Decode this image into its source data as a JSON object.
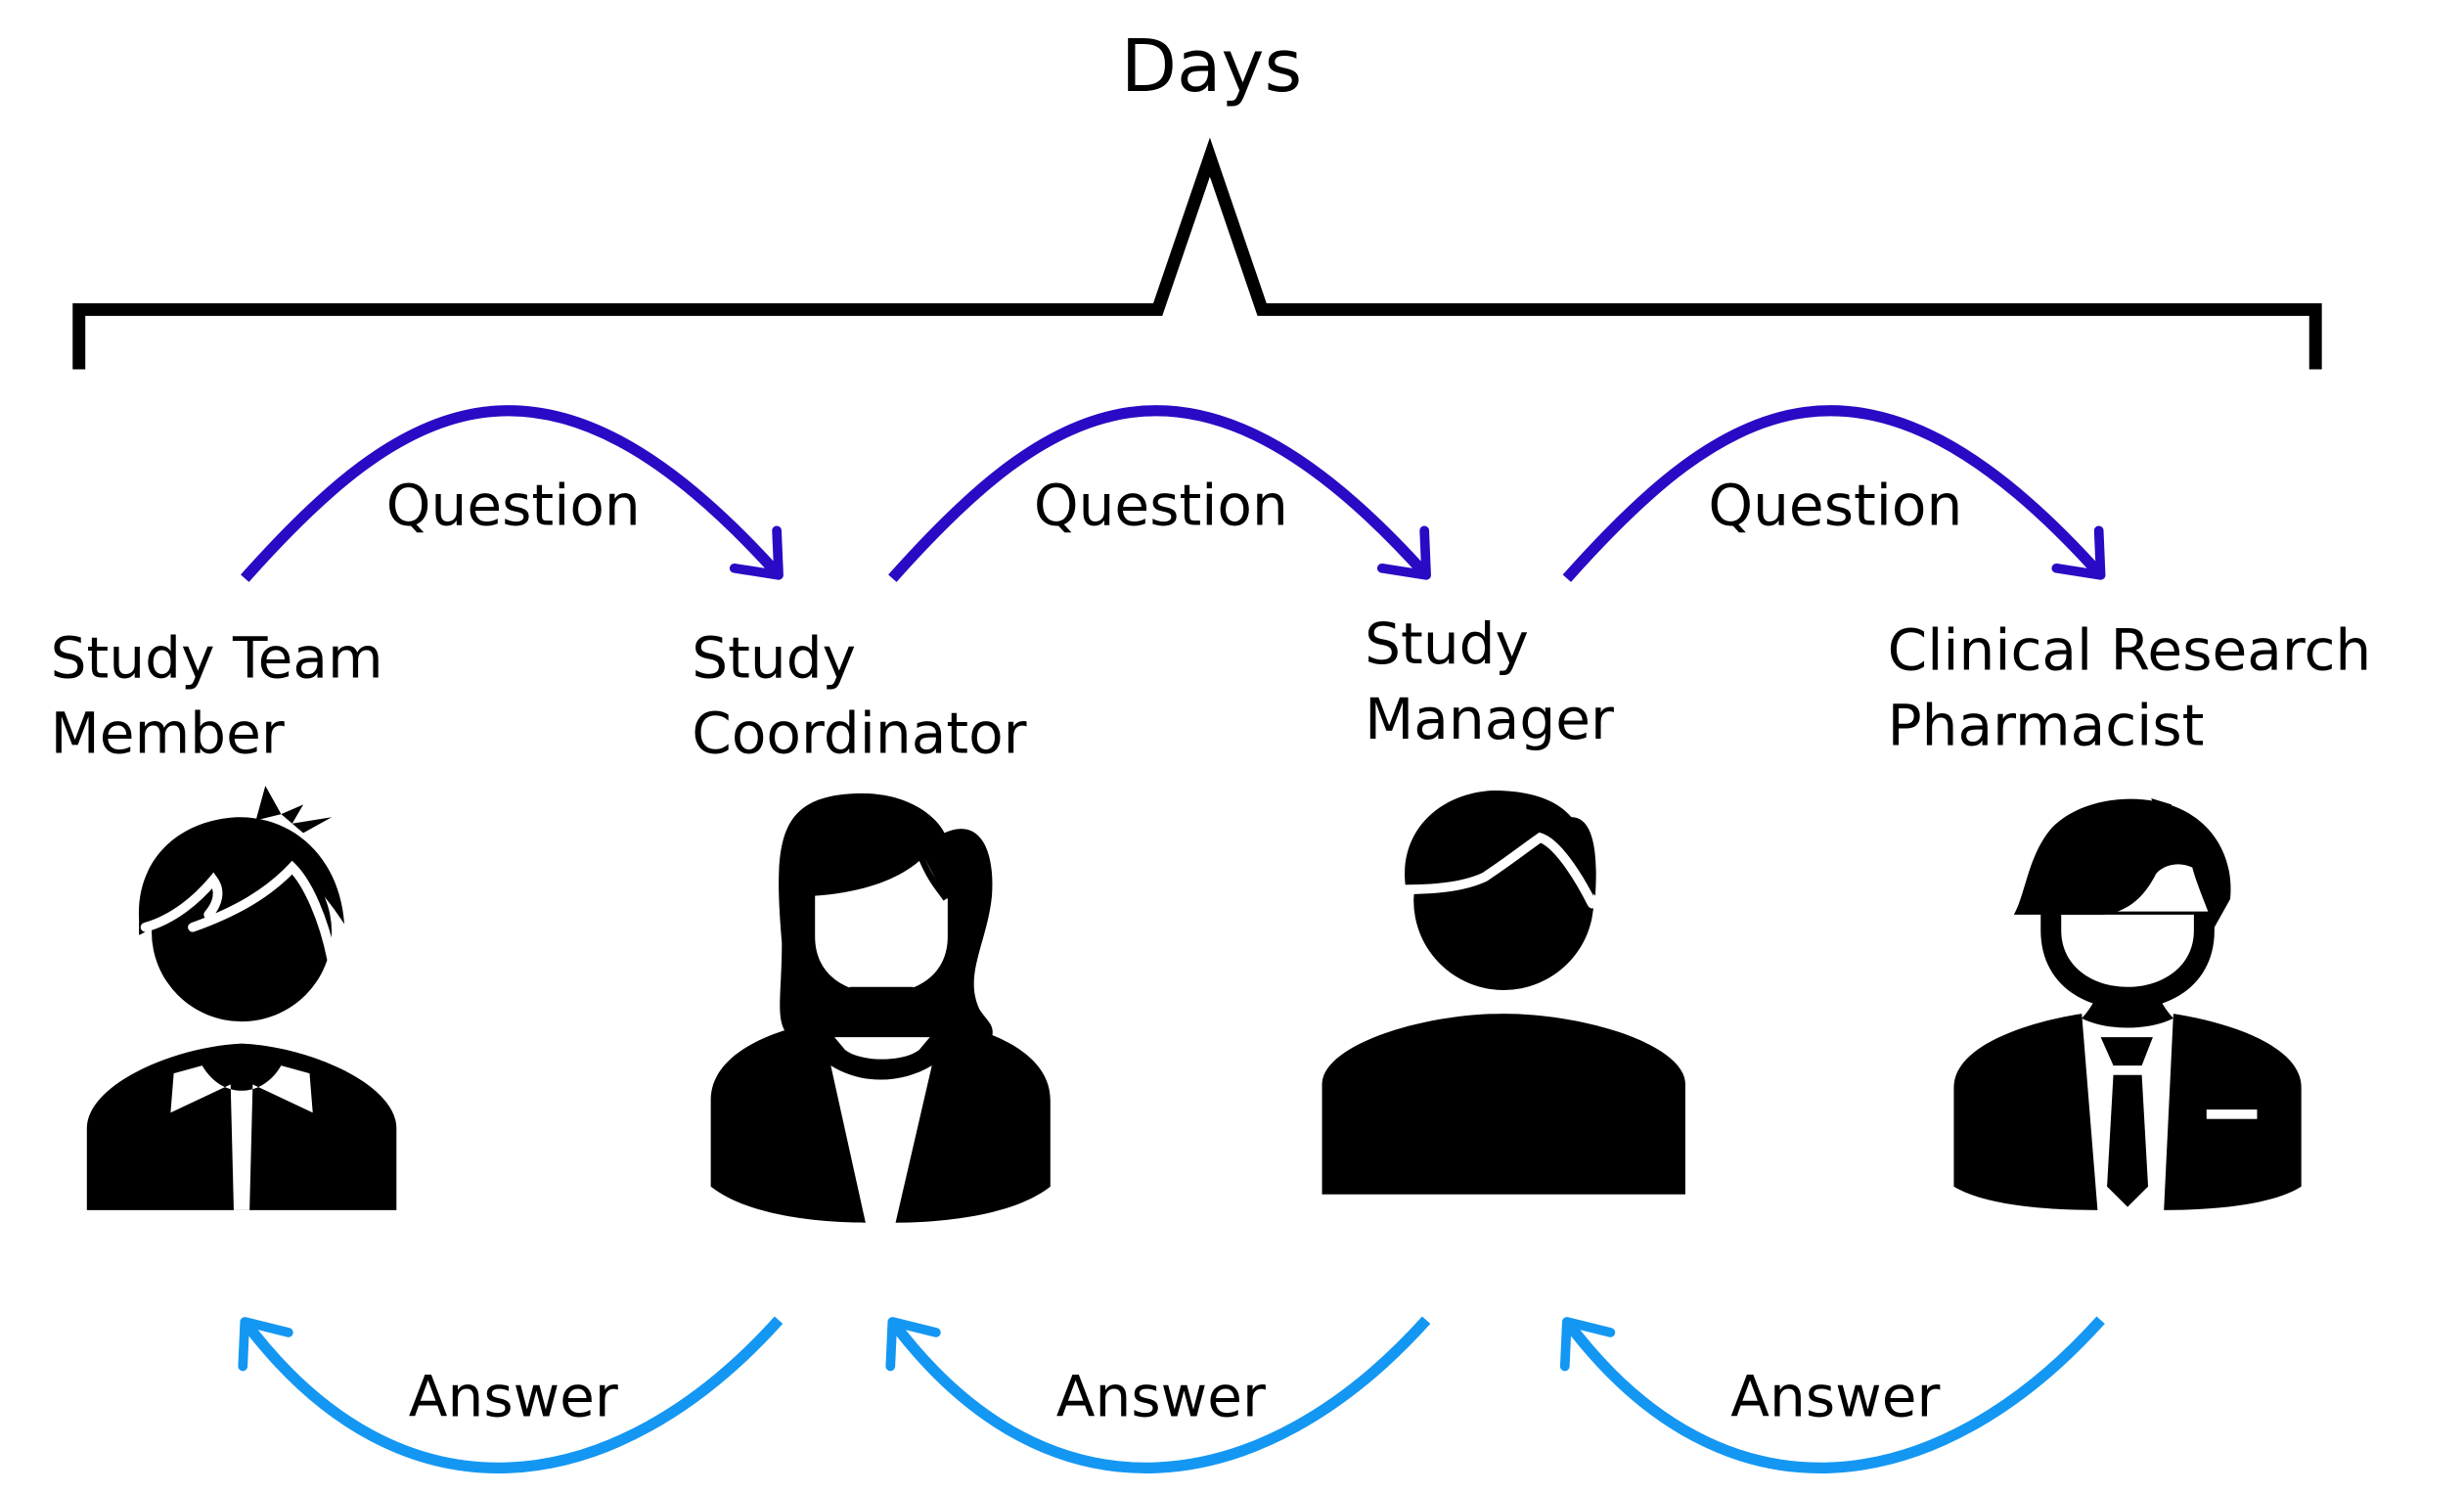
{
  "title": "Days",
  "roles": [
    {
      "lines": [
        "Study Team",
        "Member"
      ]
    },
    {
      "lines": [
        "Study",
        "Coordinator"
      ]
    },
    {
      "lines": [
        "Study",
        "Manager"
      ]
    },
    {
      "lines": [
        "Clinical Research",
        "Pharmacist"
      ]
    }
  ],
  "question_label": "Question",
  "answer_label": "Answer",
  "colors": {
    "question_arrow": "#2a0ac4",
    "answer_arrow": "#1497f2",
    "ink": "#000000"
  },
  "icons": [
    "person-spiky-hair-icon",
    "person-woman-icon",
    "person-man-icon",
    "person-man-tie-icon"
  ]
}
